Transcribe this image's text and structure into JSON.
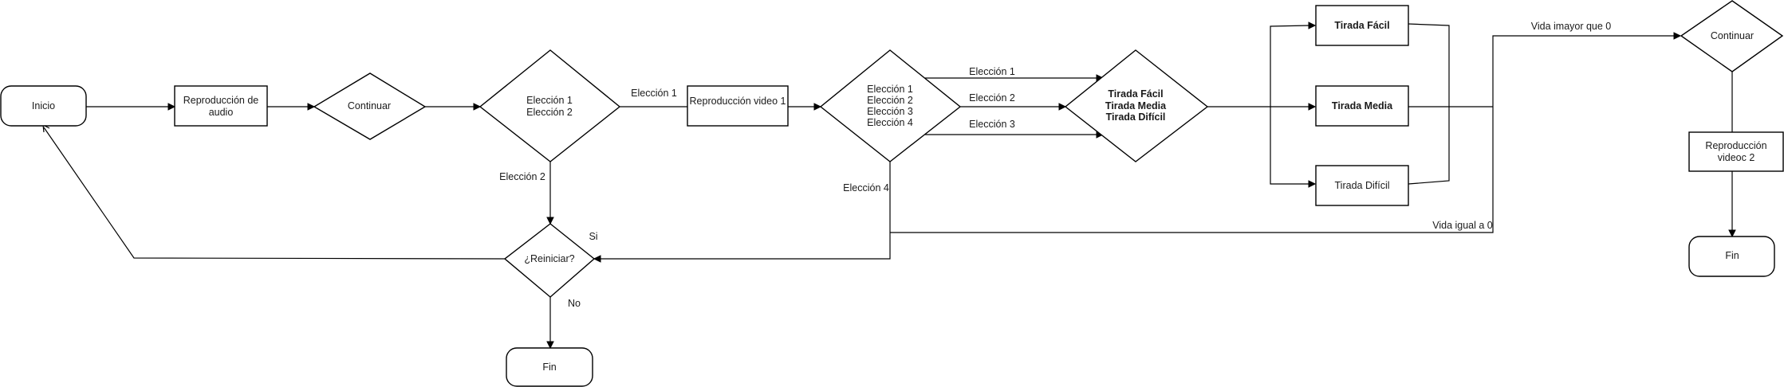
{
  "nodes": {
    "inicio": "Inicio",
    "reproduccion_audio": [
      "Reproducción de",
      "audio"
    ],
    "continuar_1": "Continuar",
    "eleccion_1_2": [
      "Elección 1",
      "Elección 2"
    ],
    "reproduccion_video_1": "Reproducción video 1",
    "eleccion_1_4": [
      "Elección 1",
      "Elección 2",
      "Elección 3",
      "Elección 4"
    ],
    "tiradas": [
      "Tirada Fácil",
      "Tirada Media",
      "Tirada Difícil"
    ],
    "tirada_facil": "Tirada Fácil",
    "tirada_media": "Tirada Media",
    "tirada_dificil": "Tirada Difícil",
    "continuar_2": "Continuar",
    "reproduccion_video_2": [
      "Reproducción",
      "videoc 2"
    ],
    "fin_2": "Fin",
    "reiniciar": "¿Reiniciar?",
    "fin_1": "Fin"
  },
  "edges": {
    "eleccion_1": "Elección 1",
    "eleccion_2_down": "Elección 2",
    "b_eleccion_1": "Elección 1",
    "b_eleccion_2": "Elección 2",
    "b_eleccion_3": "Elección 3",
    "eleccion_4": "Elección 4",
    "si": "Si",
    "no": "No",
    "vida_mayor": "Vida imayor que 0",
    "vida_igual": "Vida igual a 0"
  }
}
